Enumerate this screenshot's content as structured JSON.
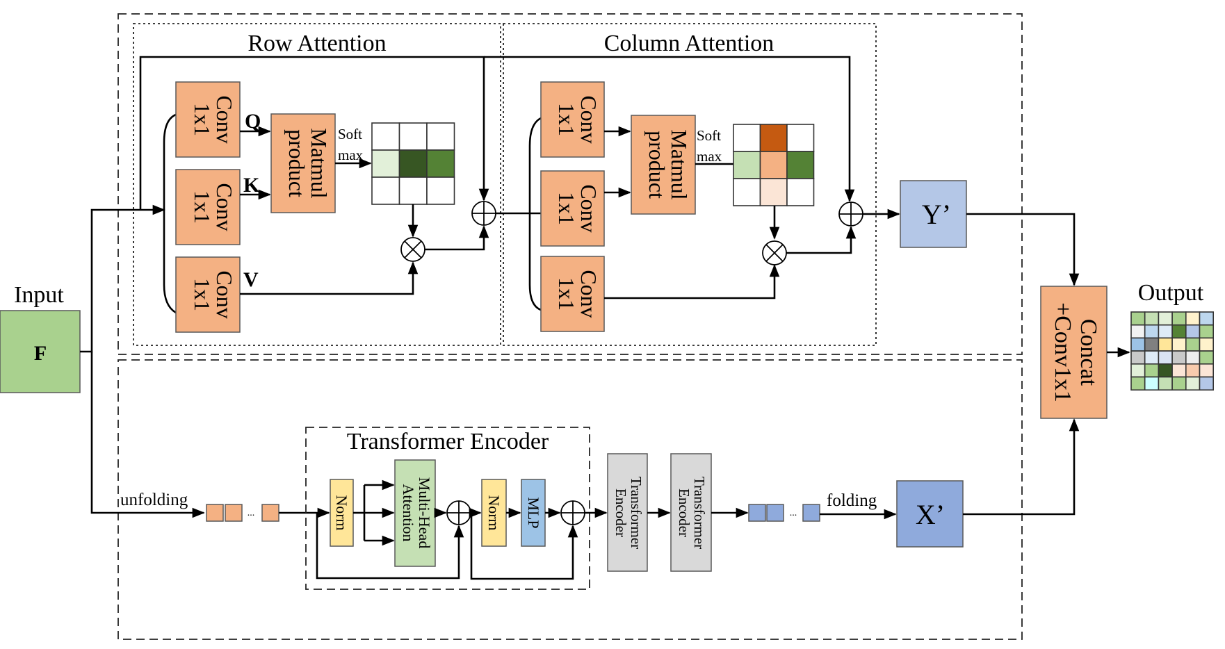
{
  "input": {
    "label": "Input",
    "symbol": "F",
    "color": "#A9D18E"
  },
  "output": {
    "label": "Output",
    "grid": [
      [
        "#A9D18E",
        "#C5E0B4",
        "#E2F0D9",
        "#A9D18E",
        "#FFF2CC",
        "#BDD7EE"
      ],
      [
        "#F2F2F2",
        "#BDD7EE",
        "#DEEBF7",
        "#548235",
        "#B4C7E7",
        "#A9D18E"
      ],
      [
        "#9DC3E6",
        "#808080",
        "#FFE699",
        "#FFF2CC",
        "#A9D18E",
        "#FFF2CC"
      ],
      [
        "#C9C9C9",
        "#DEEBF7",
        "#DAE3F3",
        "#C9C9C9",
        "#EDEDED",
        "#A9D18E"
      ],
      [
        "#E2F0D9",
        "#A9D18E",
        "#375623",
        "#FBE5D6",
        "#F8CBAD",
        "#FBE5D6"
      ],
      [
        "#A9D18E",
        "#CCFFFF",
        "#C5E0B4",
        "#A9D18E",
        "#E2F0D9",
        "#B4C7E7"
      ]
    ]
  },
  "row_attention": {
    "title": "Row Attention",
    "conv_line1": "Conv",
    "conv_line2": "1x1",
    "q": "Q",
    "k": "K",
    "v": "V",
    "matmul_line1": "Matmul",
    "matmul_line2": "product",
    "softmax_line1": "Soft",
    "softmax_line2": "max",
    "attention_grid": [
      [
        "#FFFFFF",
        "#FFFFFF",
        "#FFFFFF"
      ],
      [
        "#E2F0D9",
        "#375623",
        "#548235"
      ],
      [
        "#FFFFFF",
        "#FFFFFF",
        "#FFFFFF"
      ]
    ]
  },
  "column_attention": {
    "title": "Column Attention",
    "conv_line1": "Conv",
    "conv_line2": "1x1",
    "matmul_line1": "Matmul",
    "matmul_line2": "product",
    "softmax_line1": "Soft",
    "softmax_line2": "max",
    "attention_grid": [
      [
        "#FFFFFF",
        "#C55A11",
        "#FFFFFF"
      ],
      [
        "#C5E0B4",
        "#F4B183",
        "#548235"
      ],
      [
        "#FFFFFF",
        "#FBE5D6",
        "#FFFFFF"
      ]
    ]
  },
  "y_prime": {
    "label": "Y’",
    "color": "#B4C7E7"
  },
  "x_prime": {
    "label": "X’",
    "color": "#8FAADC"
  },
  "concat": {
    "line1": "Concat",
    "line2": "+Conv1x1",
    "color": "#F4B183"
  },
  "transformer_branch": {
    "unfolding": "unfolding",
    "folding": "folding",
    "ellipsis": "...",
    "encoder_title": "Transformer Encoder",
    "norm": "Norm",
    "mha_line1": "Multi-Head",
    "mha_line2": "Attention",
    "mlp": "MLP",
    "stacked_encoder_line1": "Transformer",
    "stacked_encoder_line2": "Encoder"
  },
  "colors": {
    "conv": "#F4B183",
    "norm": "#FFE699",
    "mha": "#C5E0B4",
    "mlp": "#9DC3E6",
    "stacked_encoder": "#D9D9D9",
    "unfold_token": "#F4B183",
    "fold_token": "#8FAADC"
  }
}
